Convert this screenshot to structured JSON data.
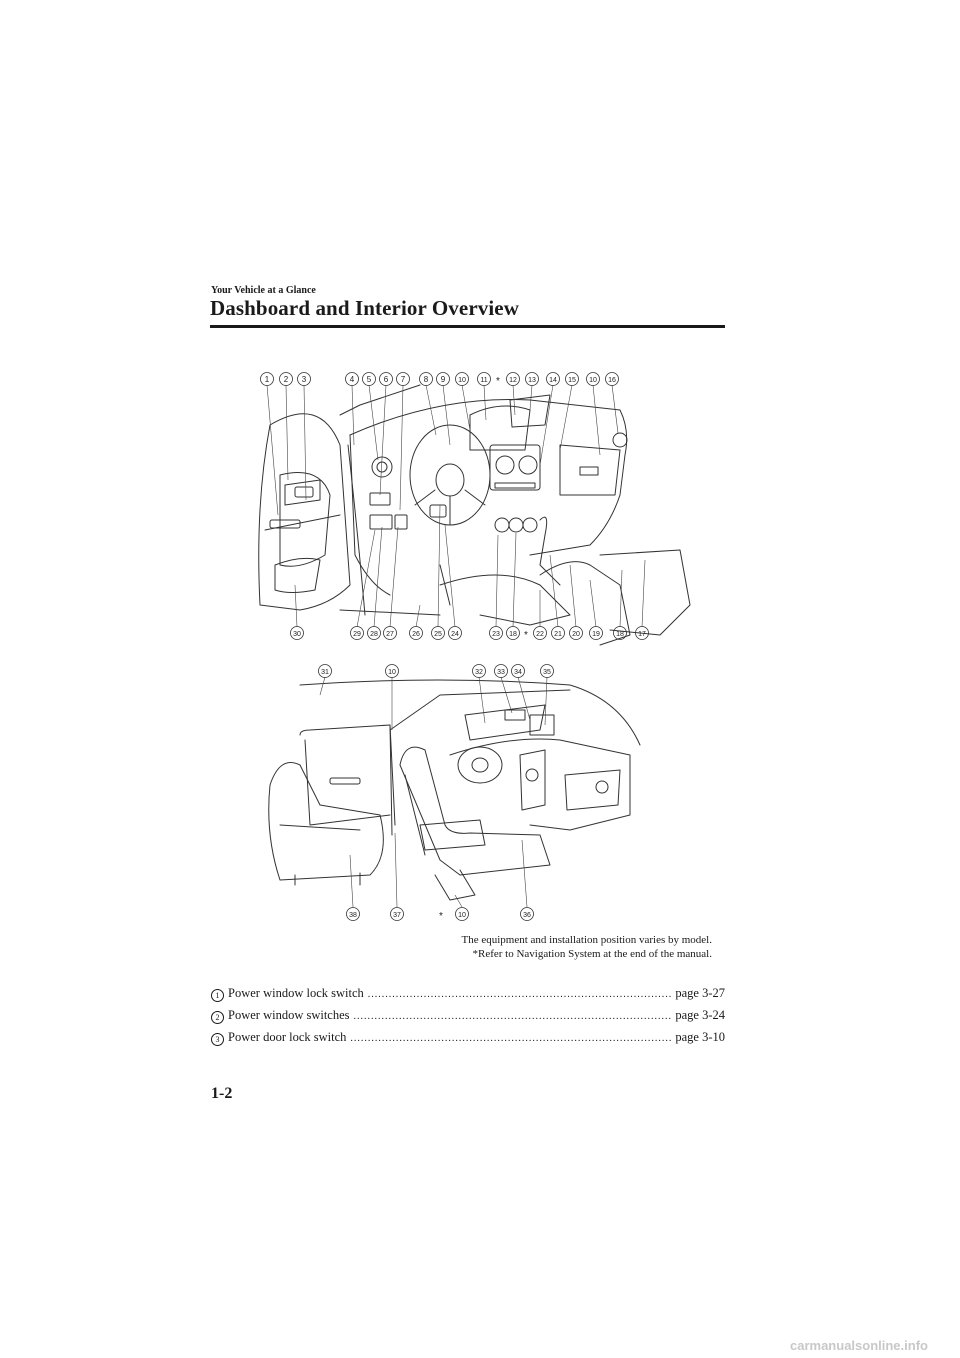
{
  "header": {
    "section": "Your Vehicle at a Glance",
    "title": "Dashboard and Interior Overview"
  },
  "figure": {
    "top_callouts": [
      "1",
      "2",
      "3",
      "4",
      "5",
      "6",
      "7",
      "8",
      "9",
      "10",
      "11",
      "*",
      "12",
      "13",
      "14",
      "15",
      "10",
      "16"
    ],
    "bottom_callouts": [
      "30",
      "29",
      "28",
      "27",
      "26",
      "25",
      "24",
      "23",
      "18",
      "*",
      "22",
      "21",
      "20",
      "19",
      "18",
      "17"
    ],
    "interior_top_callouts": [
      "31",
      "10",
      "32",
      "33",
      "34",
      "35"
    ],
    "interior_bottom_callouts": [
      "38",
      "37",
      "*",
      "10",
      "36"
    ],
    "caption_line1": "The equipment and installation position varies by model.",
    "caption_line2": "*Refer to Navigation System at the end of the manual."
  },
  "items": [
    {
      "num": "1",
      "name": "Power window lock switch",
      "page": "page 3-27"
    },
    {
      "num": "2",
      "name": "Power window switches",
      "page": "page 3-24"
    },
    {
      "num": "3",
      "name": "Power door lock switch",
      "page": "page 3-10"
    }
  ],
  "footer": {
    "page_number": "1-2",
    "watermark": "carmanualsonline.info"
  }
}
